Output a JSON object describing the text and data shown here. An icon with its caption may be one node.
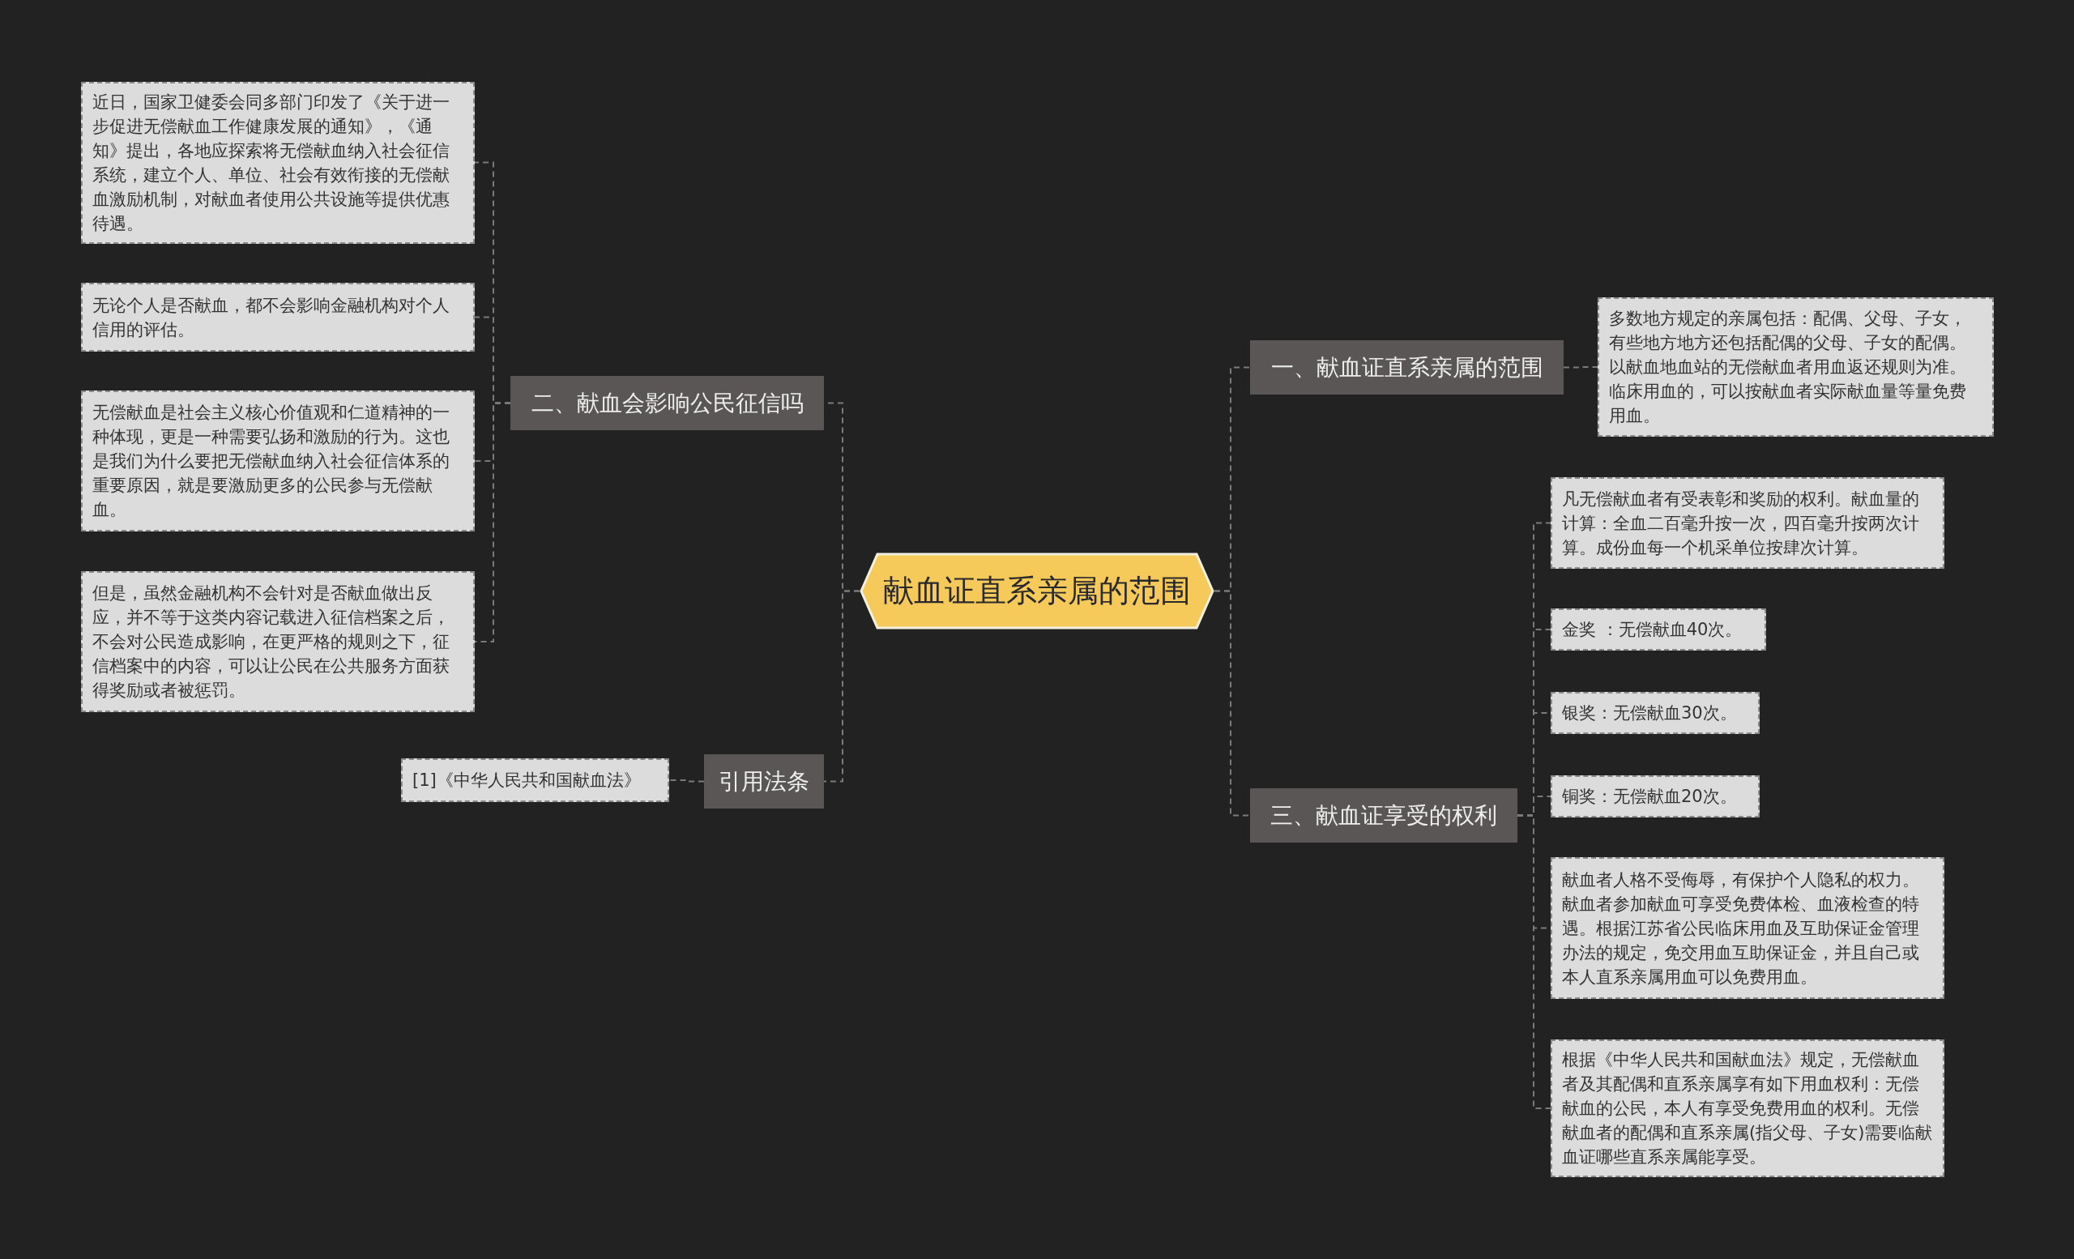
{
  "diagram": {
    "nodes": [
      {
        "text": [
          "献血证直系亲属的范围"
        ]
      },
      {
        "text": [
          "一、献血证直系亲属的范围"
        ]
      },
      {
        "text": [
          "多数地方规定的亲属包括：配偶、父母、子女，有些地方地方还包括配偶的父母、子女的配偶。以献血地血站的无偿献血者用血返还规则为准。临床用血的，可以按献血者实际献血量等量免费用血。"
        ]
      },
      {
        "text": [
          "二、献血会影响公民征信吗"
        ]
      },
      {
        "text": [
          "近日，国家卫健委会同多部门印发了《关于进一步促进无偿献血工作健康发展的通知》，《通知》提出，各地应探索将无偿献血纳入社会征信系统，建立个人、单位、社会有效衔接的无偿献血激励机制，对献血者使用公共设施等提供优惠待遇。"
        ]
      },
      {
        "text": [
          "无论个人是否献血，都不会影响金融机构对个人信用的评估。"
        ]
      },
      {
        "text": [
          "无偿献血是社会主义核心价值观和仁道精神的一种体现，更是一种需要弘扬和激励的行为。这也是我们为什么要把无偿献血纳入社会征信体系的重要原因，就是要激励更多的公民参与无偿献血。"
        ]
      },
      {
        "text": [
          "但是，虽然金融机构不会针对是否献血做出反应，并不等于这类内容记载进入征信档案之后，不会对公民造成影响，在更严格的规则之下，征信档案中的内容，可以让公民在公共服务方面获得奖励或者被惩罚。"
        ]
      },
      {
        "text": [
          "三、献血证享受的权利"
        ]
      },
      {
        "text": [
          "凡无偿献血者有受表彰和奖励的权利。献血量的计算：全血二百毫升按一次，四百毫升按两次计算。成份血每一个机采单位按肆次计算。"
        ]
      },
      {
        "text": [
          "金奖 ：无偿献血40次。"
        ]
      },
      {
        "text": [
          "银奖：无偿献血30次。"
        ]
      },
      {
        "text": [
          "铜奖：无偿献血20次。"
        ]
      },
      {
        "text": [
          "献血者人格不受侮辱，有保护个人隐私的权力。献血者参加献血可享受免费体检、血液检查的特遇。根据江苏省公民临床用血及互助保证金管理办法的规定，免交用血互助保证金，并且自己或本人直系亲属用血可以免费用血。"
        ]
      },
      {
        "text": [
          "根据《中华人民共和国献血法》规定，无偿献血者及其配偶和直系亲属享有如下用血权利：无偿献血的公民，本人有享受免费用血的权利。无偿献血者的配偶和直系亲属(指父母、子女)需要临献血证哪些直系亲属能享受。"
        ]
      },
      {
        "text": [
          "引用法条"
        ]
      },
      {
        "text": [
          "[1]《中华人民共和国献血法》"
        ]
      }
    ],
    "edges": [
      {
        "from": 0,
        "to": 1,
        "arrow": "none"
      },
      {
        "from": 1,
        "to": 2,
        "arrow": "none"
      },
      {
        "from": 0,
        "to": 3,
        "arrow": "none"
      },
      {
        "from": 3,
        "to": 4,
        "arrow": "none"
      },
      {
        "from": 3,
        "to": 5,
        "arrow": "none"
      },
      {
        "from": 3,
        "to": 6,
        "arrow": "none"
      },
      {
        "from": 3,
        "to": 7,
        "arrow": "none"
      },
      {
        "from": 0,
        "to": 8,
        "arrow": "none"
      },
      {
        "from": 8,
        "to": 9,
        "arrow": "none"
      },
      {
        "from": 8,
        "to": 10,
        "arrow": "none"
      },
      {
        "from": 8,
        "to": 11,
        "arrow": "none"
      },
      {
        "from": 8,
        "to": 12,
        "arrow": "none"
      },
      {
        "from": 8,
        "to": 13,
        "arrow": "none"
      },
      {
        "from": 8,
        "to": 14,
        "arrow": "none"
      },
      {
        "from": 0,
        "to": 15,
        "arrow": "none"
      },
      {
        "from": 15,
        "to": 16,
        "arrow": "none"
      }
    ]
  }
}
